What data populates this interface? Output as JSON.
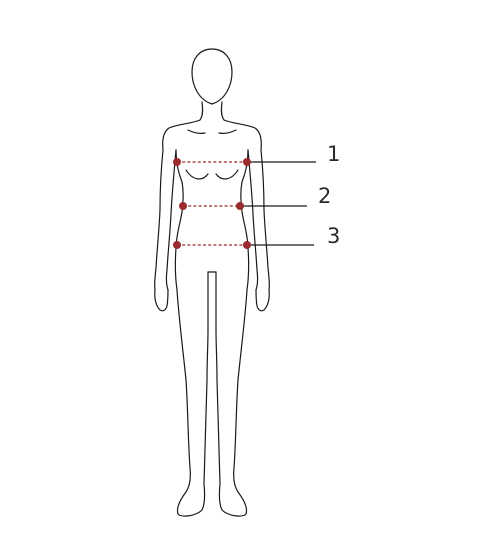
{
  "figure": {
    "marker_color": "#9b2b2e",
    "line_color": "#1a1a1a",
    "measurements": [
      {
        "label": "1"
      },
      {
        "label": "2"
      },
      {
        "label": "3"
      }
    ]
  }
}
